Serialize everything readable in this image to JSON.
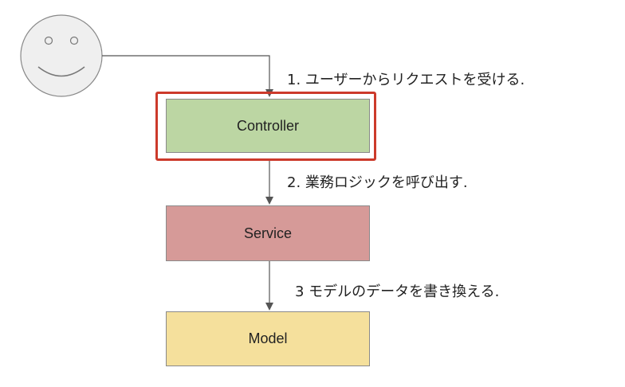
{
  "nodes": {
    "controller": "Controller",
    "service": "Service",
    "model": "Model"
  },
  "steps": {
    "step1": "1.  ユーザーからリクエストを受ける.",
    "step2": "2.  業務ロジックを呼び出す.",
    "step3": "3  モデルのデータを書き換える."
  },
  "colors": {
    "controller_fill": "#bcd6a3",
    "service_fill": "#d69a98",
    "model_fill": "#f5e09c",
    "highlight_border": "#cc3a2b",
    "user_face_fill": "#efefef"
  },
  "icons": {
    "user": "smiley-face-icon"
  }
}
